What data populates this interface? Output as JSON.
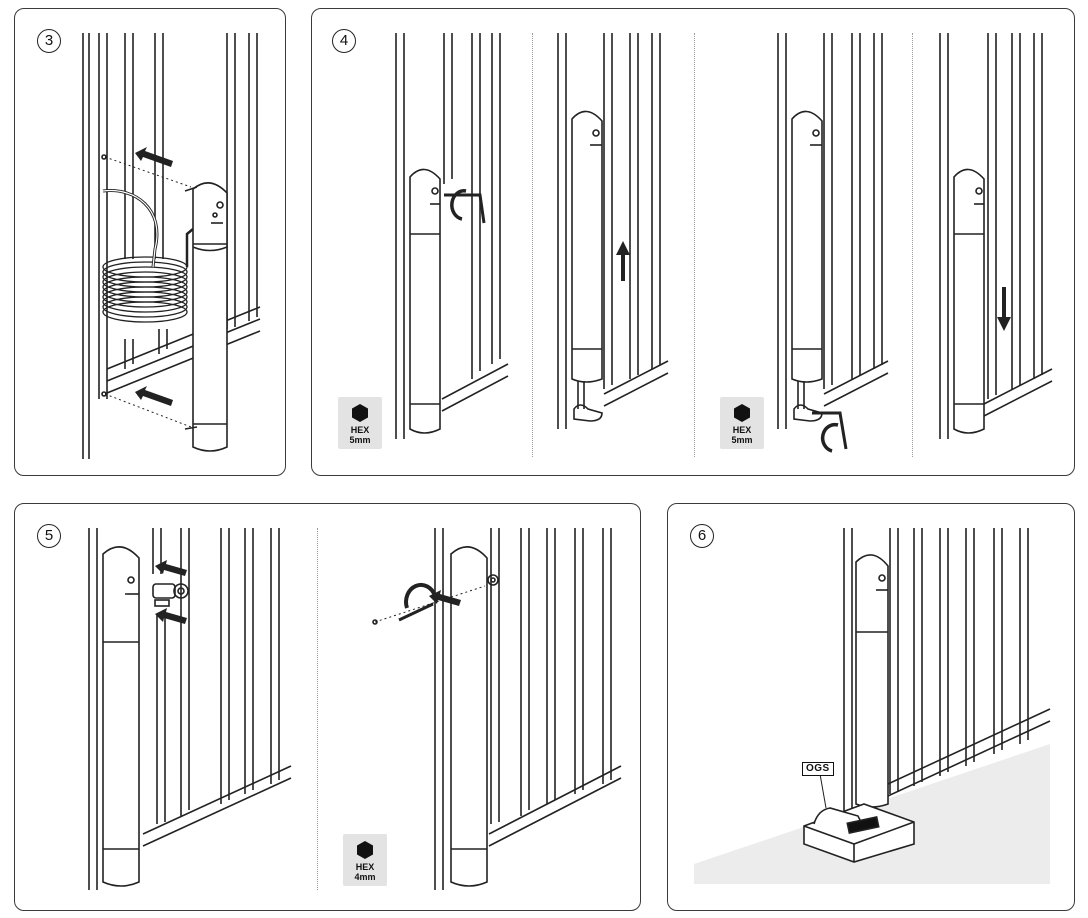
{
  "panels": [
    {
      "step": "3"
    },
    {
      "step": "4",
      "badges": [
        {
          "line1": "HEX",
          "line2": "5mm"
        },
        {
          "line1": "HEX",
          "line2": "5mm"
        }
      ]
    },
    {
      "step": "5",
      "badges": [
        {
          "line1": "HEX",
          "line2": "4mm"
        }
      ]
    },
    {
      "step": "6",
      "label": "OGS"
    }
  ],
  "colors": {
    "outline": "#222222",
    "badge_bg": "#e3e3e3",
    "floor": "#ececec",
    "panel_border": "#3a3a3a"
  },
  "icons": [
    "hex-key-icon",
    "arrow-up-icon",
    "arrow-down-icon",
    "arrow-left-icon",
    "rotate-icon",
    "coiled-cable-icon",
    "hinge-post-icon",
    "lock-cylinder-icon",
    "ground-stop-icon"
  ]
}
